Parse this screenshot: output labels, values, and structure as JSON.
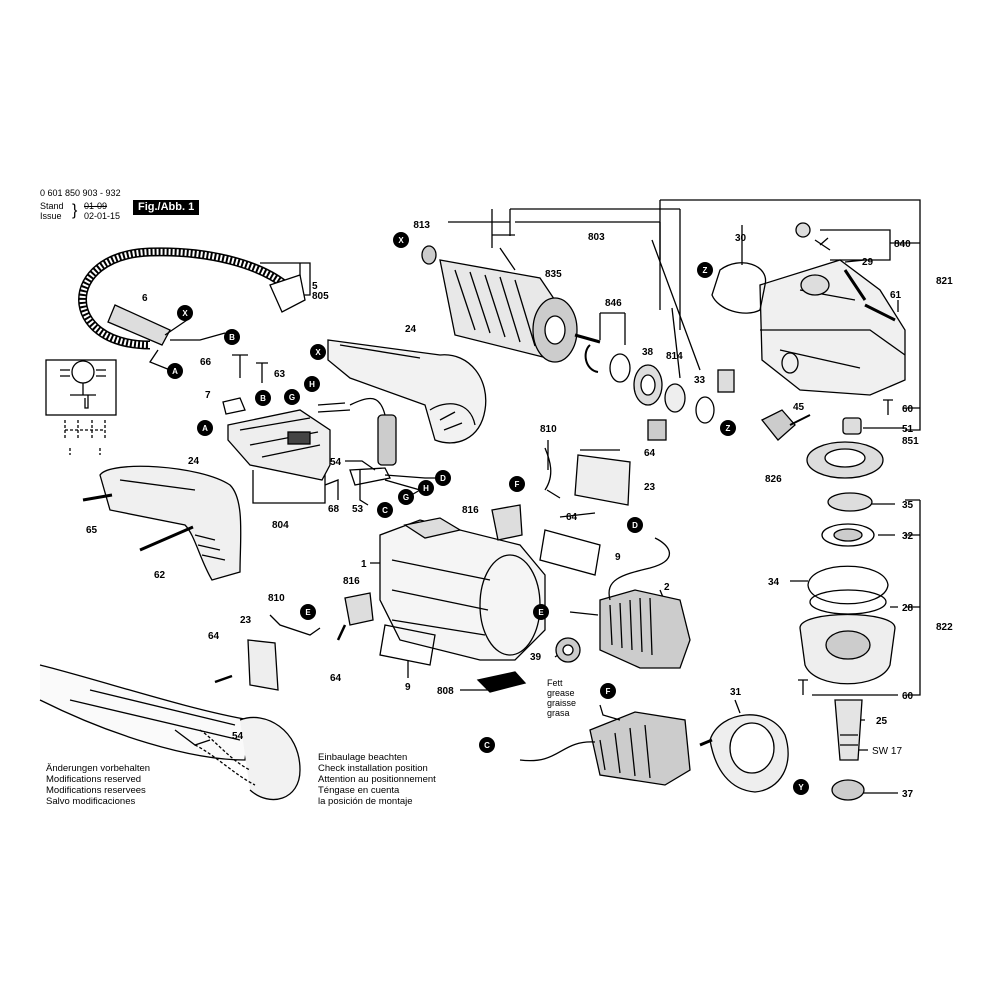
{
  "header": {
    "doc_number": "0 601 850 903 - 932",
    "stand_label": "Stand",
    "issue_label": "Issue",
    "stand_date_old": "01-09",
    "issue_date": "02-01-15",
    "figure_title": "Fig./Abb. 1"
  },
  "notes_left": [
    "Änderungen vorbehalten",
    "Modifications reserved",
    "Modifications reservees",
    "Salvo modificaciones"
  ],
  "notes_right": [
    "Einbaulage beachten",
    "Check installation position",
    "Attention au positionnement",
    "Téngase en cuenta",
    "la posición de montaje"
  ],
  "grease_note": [
    "Fett",
    "grease",
    "graisse",
    "grasa"
  ],
  "part_numbers": {
    "p813": "813",
    "p803": "803",
    "p835": "835",
    "p846": "846",
    "p38": "38",
    "p814": "814",
    "p33": "33",
    "p30": "30",
    "p840": "840",
    "p29": "29",
    "p821": "821",
    "p61": "61",
    "p60a": "60",
    "p51": "51",
    "p851": "851",
    "p45": "45",
    "p826": "826",
    "p35": "35",
    "p32": "32",
    "p34": "34",
    "p28": "28",
    "p822": "822",
    "p60b": "60",
    "p25": "25",
    "sw17": "SW 17",
    "p37": "37",
    "p5": "5",
    "p805": "805",
    "p6": "6",
    "p24a": "24",
    "p66": "66",
    "p63": "63",
    "p7": "7",
    "p54a": "54",
    "p53": "53",
    "p68": "68",
    "p804": "804",
    "p24b": "24",
    "p65": "65",
    "p62": "62",
    "p810a": "810",
    "p64a": "64",
    "p23a": "23",
    "p816a": "816",
    "p64b": "64",
    "p9a": "9",
    "p1": "1",
    "p2": "2",
    "p810b": "810",
    "p816b": "816",
    "p23b": "23",
    "p64c": "64",
    "p64d": "64",
    "p9b": "9",
    "p808": "808",
    "p39": "39",
    "p31": "31",
    "p54b": "54"
  },
  "connector_letters": {
    "A": "A",
    "B": "B",
    "C": "C",
    "D": "D",
    "E": "E",
    "F": "F",
    "G": "G",
    "H": "H",
    "X": "X",
    "Y": "Y",
    "Z": "Z"
  }
}
